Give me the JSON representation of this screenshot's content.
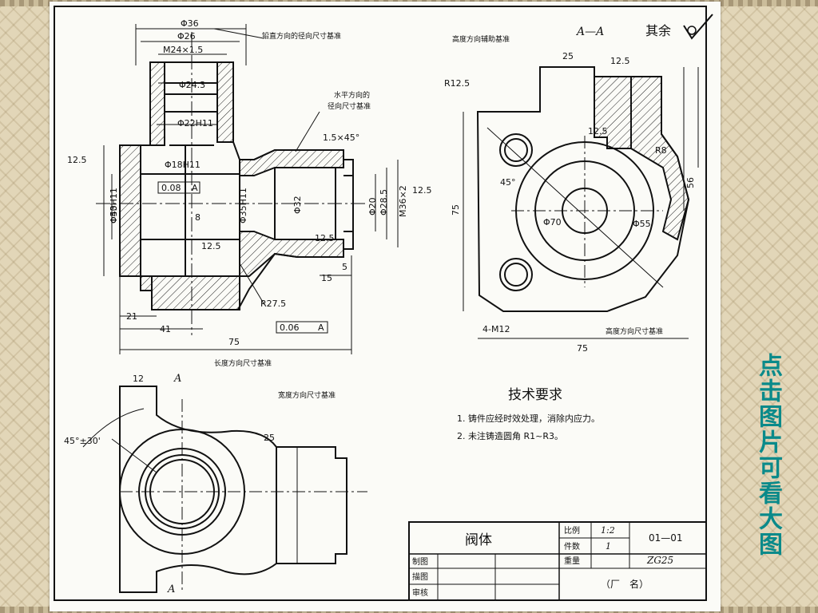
{
  "side_link": "点击图片可看大图",
  "labels": {
    "vertical_radial_datum": "铅直方向的径向尺寸基准",
    "horizontal_radial_datum": "水平方向的",
    "horizontal_radial_datum2": "径向尺寸基准",
    "length_datum": "长度方向尺寸基准",
    "width_datum": "宽度方向尺寸基准",
    "height_aux_datum": "高度方向辅助基准",
    "height_datum": "高度方向尺寸基准",
    "section_aa": "A—A",
    "roughness_rest": "其余"
  },
  "dims": {
    "d36": "Φ36",
    "d26": "Φ26",
    "m24": "M24×1.5",
    "d24_3": "Φ24.3",
    "d22h11": "Φ22H11",
    "d18h11": "Φ18H11",
    "tol_flat": "0.08",
    "tol_flat_letter": "A",
    "d50h11": "Φ50H11",
    "d43": "Φ43",
    "d35h11": "Φ35H11",
    "d32": "Φ32",
    "d20": "Φ20",
    "d28_5": "Φ28.5",
    "m36": "M36×2",
    "chamfer": "1.5×45°",
    "len8": "8",
    "len5": "5",
    "len15": "15",
    "r27_5": "R27.5",
    "len21": "21",
    "len41": "41",
    "len75": "75",
    "tol_perp": "0.06",
    "tol_perp_letter": "A",
    "rough12_5": "12.5",
    "rough25": "25",
    "r12_5": "R12.5",
    "a45": "45°",
    "d70": "Φ70",
    "d55": "Φ55",
    "m12": "4-M12",
    "w75": "75",
    "h75": "75",
    "h56": "56",
    "r8": "R8",
    "w12": "12",
    "angle": "45°±30'",
    "section_letter": "A"
  },
  "tech": {
    "title": "技术要求",
    "line1": "1. 铸件应经时效处理，消除内应力。",
    "line2": "2. 未注铸造圆角 R1~R3。"
  },
  "title_block": {
    "part_name": "阀体",
    "scale_label": "比例",
    "scale_value": "1:2",
    "qty_label": "件数",
    "qty_value": "1",
    "weight_label": "重量",
    "drawing_no": "01—01",
    "material": "ZG25",
    "drawn": "制图",
    "traced": "描图",
    "checked": "审核",
    "factory": "（厂　名）"
  }
}
